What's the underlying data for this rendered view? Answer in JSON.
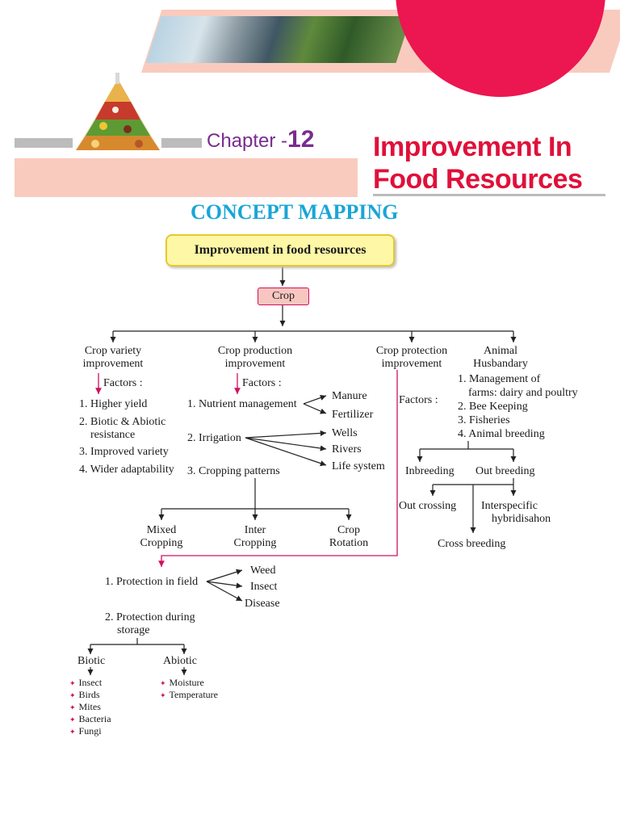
{
  "header": {
    "chapter_label": "Chapter -",
    "chapter_number": "12",
    "title_line1": "Improvement In",
    "title_line2": "Food Resources",
    "banner_image": "science-photo-strip",
    "pyramid_image": "food-pyramid"
  },
  "section_title": "CONCEPT MAPPING",
  "map": {
    "root": "Improvement in food resources",
    "crop": "Crop",
    "branches": {
      "variety": {
        "title": [
          "Crop variety",
          "improvement"
        ],
        "factors_label": "Factors :",
        "items": [
          "1. Higher yield",
          "2. Biotic & Abiotic",
          "resistance",
          "3. Improved variety",
          "4. Wider adaptability"
        ]
      },
      "production": {
        "title": [
          "Crop production",
          "improvement"
        ],
        "factors_label": "Factors :",
        "nutrient": "1. Nutrient management",
        "nutrient_targets": [
          "Manure",
          "Fertilizer"
        ],
        "irrigation": "2. Irrigation",
        "irrigation_targets": [
          "Wells",
          "Rivers",
          "Life system"
        ],
        "cropping": "3. Cropping patterns",
        "cropping_types": [
          [
            "Mixed",
            "Cropping"
          ],
          [
            "Inter",
            "Cropping"
          ],
          [
            "Crop",
            "Rotation"
          ]
        ]
      },
      "protection": {
        "title": [
          "Crop protection",
          "improvement"
        ],
        "factors_label": "Factors :",
        "field": "1. Protection in field",
        "field_targets": [
          "Weed",
          "Insect",
          "Disease"
        ],
        "storage": [
          "2. Protection during",
          "storage"
        ],
        "biotic": "Biotic",
        "biotic_items": [
          "Insect",
          "Birds",
          "Mites",
          "Bacteria",
          "Fungi"
        ],
        "abiotic": "Abiotic",
        "abiotic_items": [
          "Moisture",
          "Temperature"
        ]
      },
      "animal": {
        "title": [
          "Animal",
          "Husbandary"
        ],
        "items": [
          "1. Management of",
          "farms: dairy and poultry",
          "2. Bee Keeping",
          "3. Fisheries",
          "4. Animal breeding"
        ],
        "inbreeding": "Inbreeding",
        "outbreeding": "Out breeding",
        "out_crossing": "Out crossing",
        "interspecific": [
          "Interspecific",
          "hybridisahon"
        ],
        "cross_breeding": "Cross breeding"
      }
    }
  },
  "colors": {
    "title_red": "#e0103a",
    "concept_blue": "#1aa5d8",
    "chapter_purple": "#7a2c8f",
    "root_box_fill": "#fdf7a6",
    "crop_box_fill": "#f7c6c0",
    "pink_arrow": "#d0115f",
    "salmon_band": "#f9cbbf"
  }
}
